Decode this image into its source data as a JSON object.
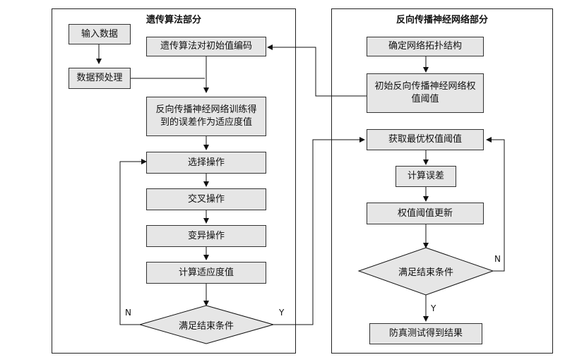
{
  "left_panel": {
    "title": "遗传算法部分",
    "input_data": "输入数据",
    "preprocess": "数据预处理",
    "encode": "遗传算法对初始值编码",
    "fitness_from_bp": "反向传播神经网络训练得到的误差作为适应度值",
    "select": "选择操作",
    "crossover": "交叉操作",
    "mutation": "变异操作",
    "calc_fitness": "计算适应度值",
    "condition": "满足结束条件",
    "no_label": "N",
    "yes_label": "Y"
  },
  "right_panel": {
    "title": "反向传播神经网络部分",
    "topology": "确定网络拓扑结构",
    "init_weights": "初始反向传播神经网络权值阈值",
    "best_weights": "获取最优权值阈值",
    "calc_error": "计算误差",
    "update": "权值阈值更新",
    "condition": "满足结束条件",
    "no_label": "N",
    "yes_label": "Y",
    "result": "防真测试得到结果"
  }
}
